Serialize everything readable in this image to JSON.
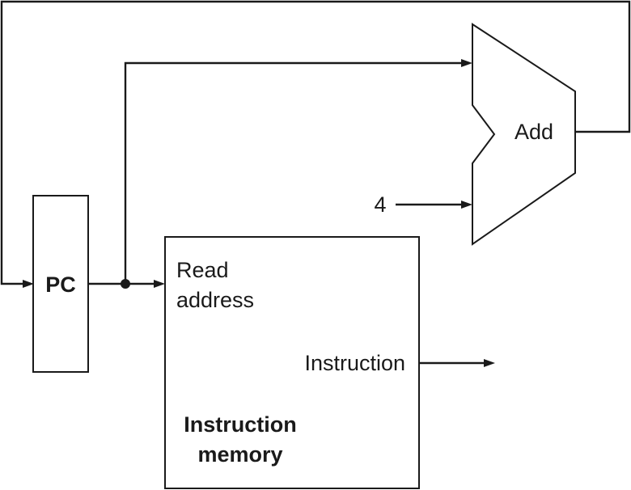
{
  "pc": {
    "label": "PC"
  },
  "instruction_memory": {
    "input_label_line1": "Read",
    "input_label_line2": "address",
    "output_label": "Instruction",
    "title_line1": "Instruction",
    "title_line2": "memory"
  },
  "adder": {
    "label": "Add",
    "constant_input": "4"
  }
}
